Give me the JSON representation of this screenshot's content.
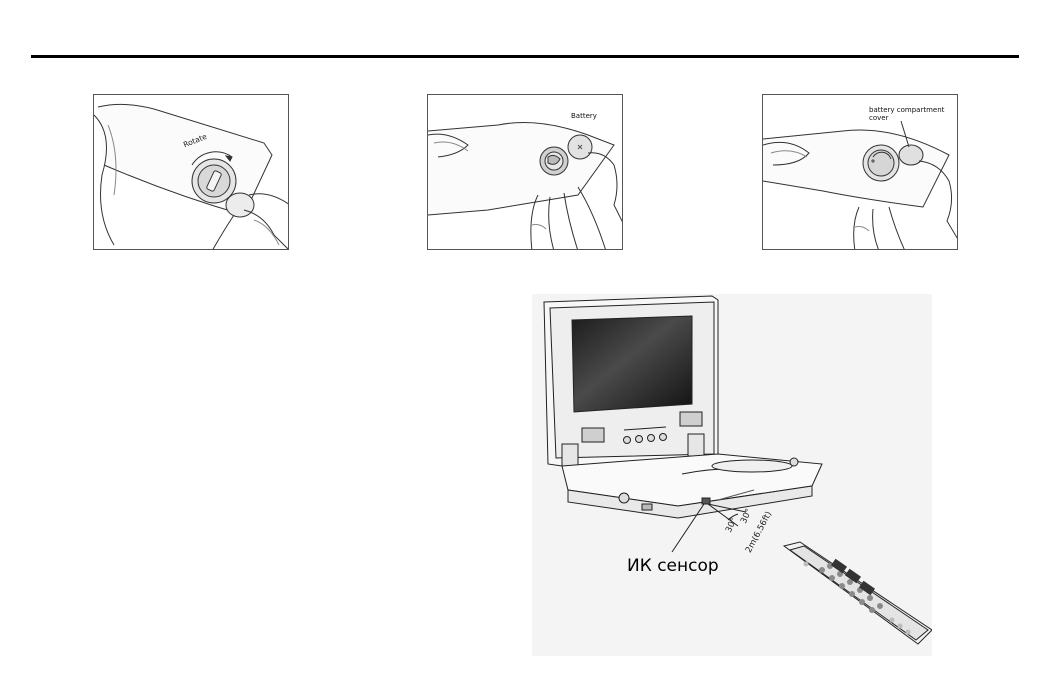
{
  "panel1": {
    "rotate_label": "Rotate"
  },
  "panel2": {
    "battery_label": "Battery"
  },
  "panel3": {
    "cover_label_line1": "battery compartment",
    "cover_label_line2": "cover"
  },
  "scene": {
    "ir_sensor_label": "ИК сенсор",
    "angle_label": "30°",
    "angle_label_2": "30°",
    "distance_label": "2m(6.56ft)"
  }
}
